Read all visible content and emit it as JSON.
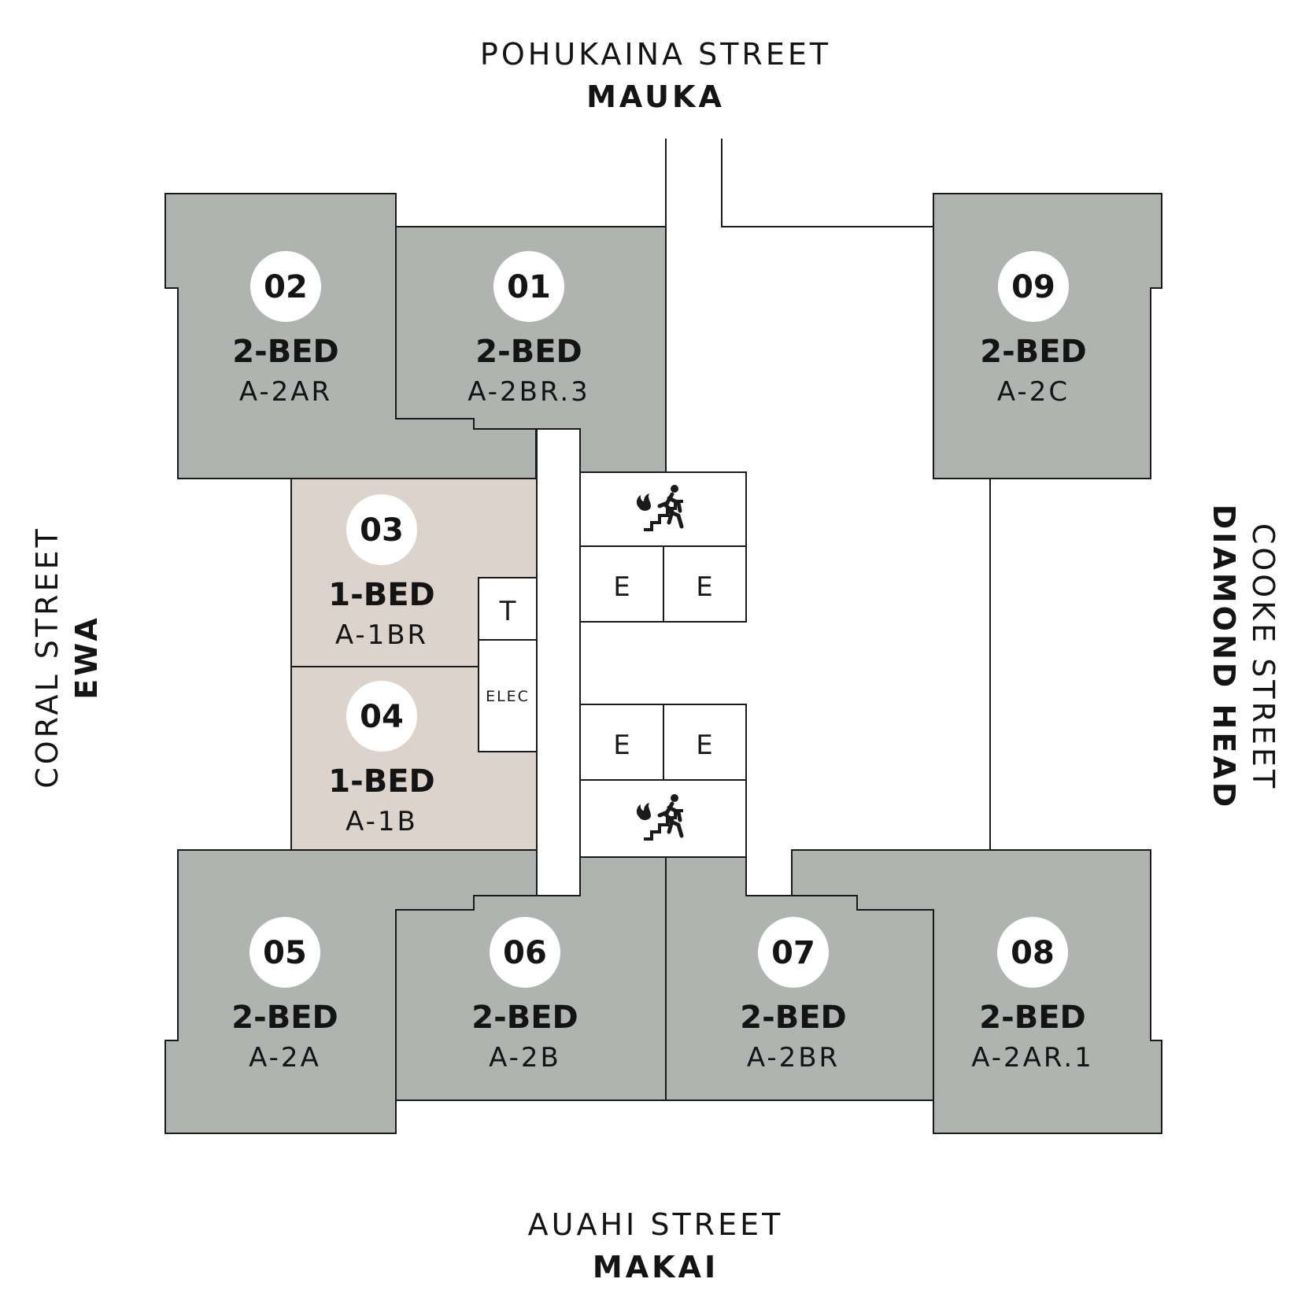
{
  "streets": {
    "north": {
      "name": "POHUKAINA STREET",
      "direction": "MAUKA"
    },
    "south": {
      "name": "AUAHI STREET",
      "direction": "MAKAI"
    },
    "west": {
      "name": "CORAL STREET",
      "direction": "EWA"
    },
    "east": {
      "name": "COOKE STREET",
      "direction": "DIAMOND HEAD"
    }
  },
  "colors": {
    "two_bed_fill": "#b0b4b0",
    "one_bed_fill": "#ddd3cd",
    "outline": "#1a1a1a",
    "badge": "#ffffff"
  },
  "units": [
    {
      "id": "u01",
      "number": "01",
      "type": "2-BED",
      "plan": "A-2BR.3"
    },
    {
      "id": "u02",
      "number": "02",
      "type": "2-BED",
      "plan": "A-2AR"
    },
    {
      "id": "u03",
      "number": "03",
      "type": "1-BED",
      "plan": "A-1BR"
    },
    {
      "id": "u04",
      "number": "04",
      "type": "1-BED",
      "plan": "A-1B"
    },
    {
      "id": "u05",
      "number": "05",
      "type": "2-BED",
      "plan": "A-2A"
    },
    {
      "id": "u06",
      "number": "06",
      "type": "2-BED",
      "plan": "A-2B"
    },
    {
      "id": "u07",
      "number": "07",
      "type": "2-BED",
      "plan": "A-2BR"
    },
    {
      "id": "u08",
      "number": "08",
      "type": "2-BED",
      "plan": "A-2AR.1"
    },
    {
      "id": "u09",
      "number": "09",
      "type": "2-BED",
      "plan": "A-2C"
    }
  ],
  "core": {
    "elevator": "E",
    "trash": "T",
    "electrical": "ELEC",
    "stair_icon": "stairs-fire-exit-icon"
  }
}
